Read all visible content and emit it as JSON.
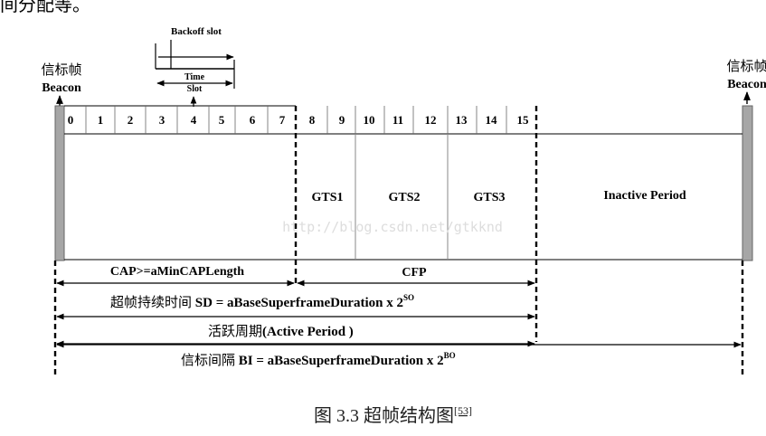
{
  "top_fragment": "间分配等。",
  "beacon_left": {
    "cn": "信标帧",
    "en": "Beacon"
  },
  "beacon_right": {
    "cn": "信标帧",
    "en": "Beacon"
  },
  "backoff_slot": "Backoff slot",
  "time_slot_1": "Time",
  "time_slot_2": "Slot",
  "slots": [
    "0",
    "1",
    "2",
    "3",
    "4",
    "5",
    "6",
    "7",
    "8",
    "9",
    "10",
    "11",
    "12",
    "13",
    "14",
    "15"
  ],
  "gts": [
    "GTS1",
    "GTS2",
    "GTS3"
  ],
  "inactive": "Inactive Period",
  "watermark": "http://blog.csdn.net/gtkknd",
  "cap_label": "CAP>=aMinCAPLength",
  "cfp_label": "CFP",
  "sd_label": {
    "cn": "超帧持续时间",
    "text": " SD = aBaseSuperframeDuration x 2",
    "sup": "SO"
  },
  "active_label": {
    "cn": "活跃周期",
    "text": "(Active Period )"
  },
  "bi_label": {
    "cn": "信标间隔",
    "text": " BI = aBaseSuperframeDuration x 2",
    "sup": "BO"
  },
  "caption": {
    "text": "图 3.3 超帧结构图",
    "ref": "[53]"
  }
}
